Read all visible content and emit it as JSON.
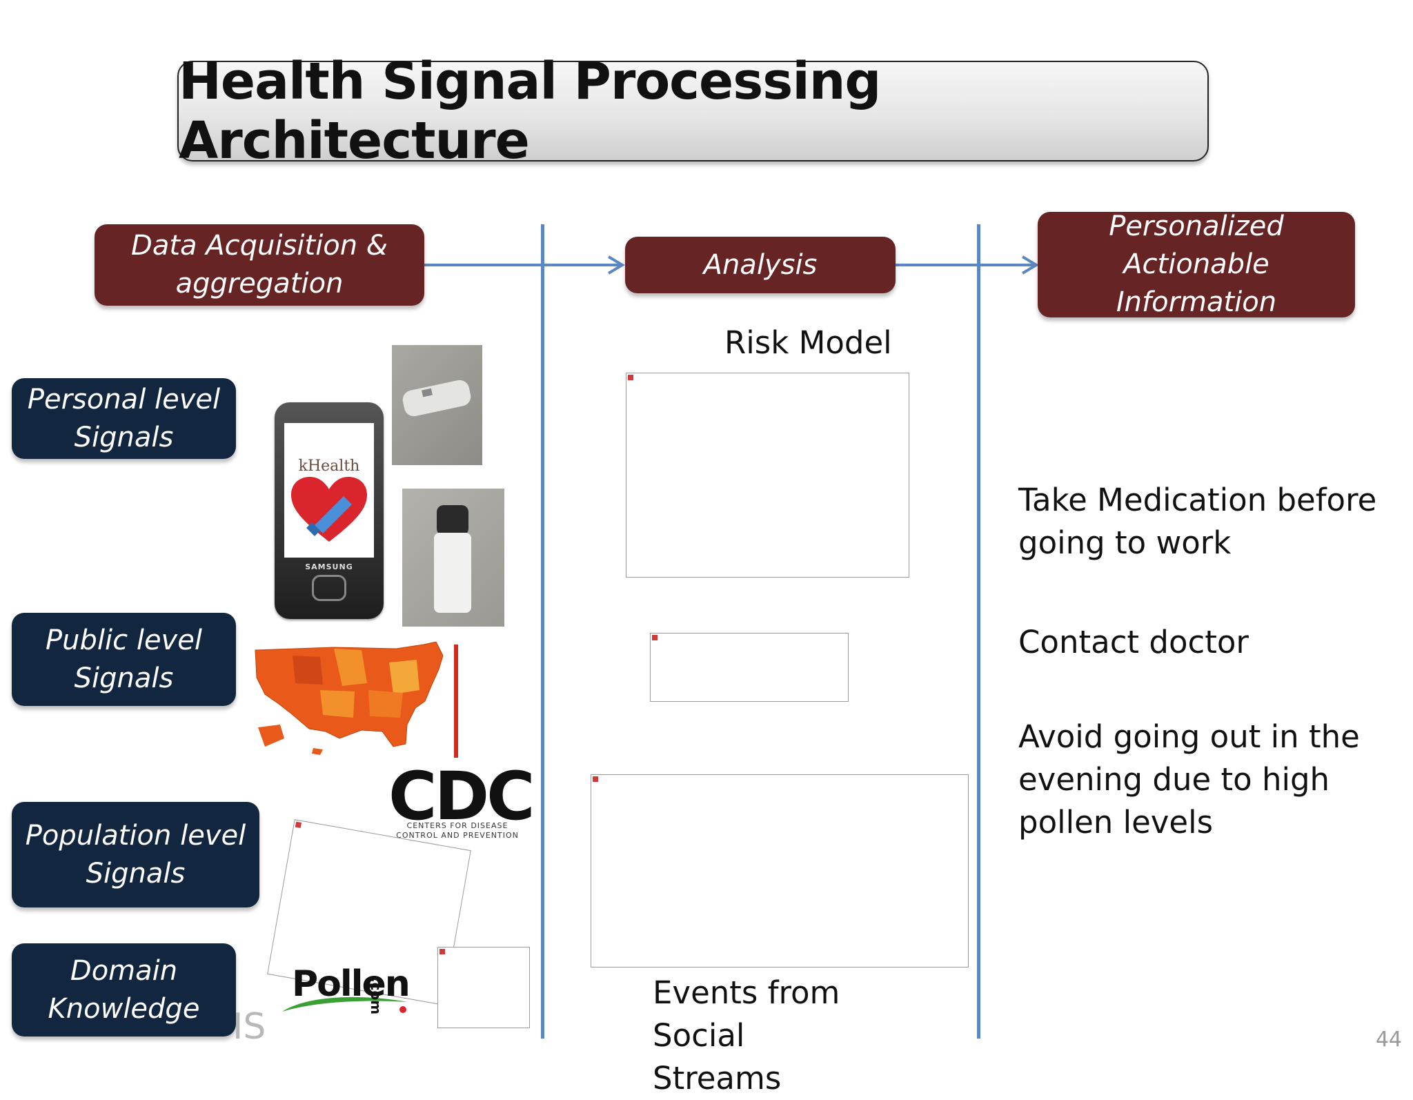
{
  "title": "Health Signal Processing Architecture",
  "stages": {
    "acquisition": "Data Acquisition & aggregation",
    "analysis": "Analysis",
    "information": "Personalized Actionable Information"
  },
  "signals": {
    "personal": "Personal level Signals",
    "public": "Public level Signals",
    "population": "Population level Signals",
    "domain": "Domain Knowledge"
  },
  "analysis_labels": {
    "risk_model": "Risk Model",
    "events": "Events from Social Streams"
  },
  "actions": [
    "Take Medication before going to work",
    "Contact doctor",
    "Avoid going out in the evening due to high pollen levels"
  ],
  "logos": {
    "phone_app": "kHealth",
    "phone_brand": "SAMSUNG",
    "cdc": "CDC",
    "cdc_tagline": "CENTERS FOR DISEASE CONTROL AND PREVENTION",
    "pollen": "Pollen",
    "pollen_suffix": ".com",
    "kno_watermark": "IS"
  },
  "colors": {
    "stage_box": "#662424",
    "signal_box": "#132640",
    "arrow_line": "#5b86c4",
    "map_orange": "#e8591a"
  },
  "page_number": "44"
}
